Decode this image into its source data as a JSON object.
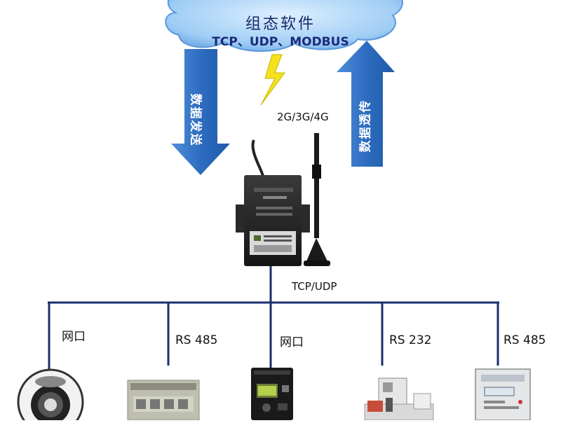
{
  "cloud": {
    "title": "组态软件",
    "protocols": "TCP、UDP、MODBUS"
  },
  "arrows": {
    "down_label": "数据发送",
    "up_label": "数据透传"
  },
  "network": "2G/3G/4G",
  "bus": "TCP/UDP",
  "branches": [
    {
      "label": "网口",
      "device": "camera"
    },
    {
      "label": "RS 485",
      "device": "power-meter"
    },
    {
      "label": "网口",
      "device": "inverter"
    },
    {
      "label": "RS 232",
      "device": "sensor-device"
    },
    {
      "label": "RS 485",
      "device": "electric-meter"
    }
  ],
  "colors": {
    "cloud": "#6aa9e8",
    "arrow": "#2f6fc0",
    "bus_line": "#1b2f6e",
    "lightning": "#f3e21a"
  }
}
